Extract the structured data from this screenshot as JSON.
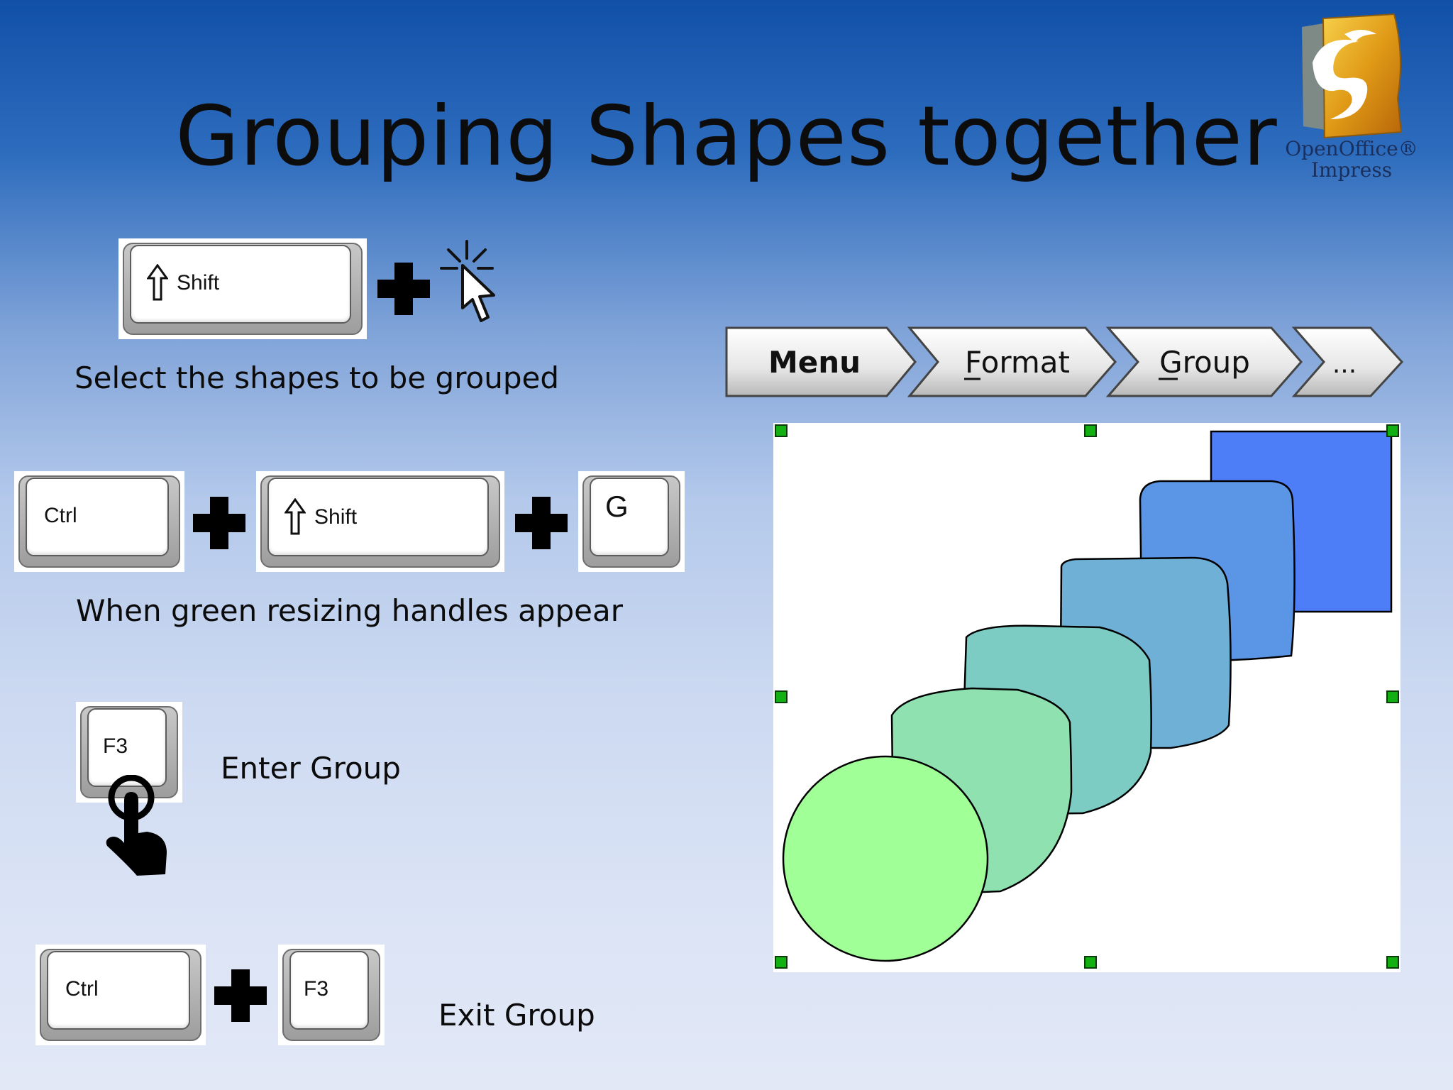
{
  "slide": {
    "title": "Grouping Shapes together",
    "logo": {
      "line1": "OpenOffice®",
      "line2": "Impress"
    }
  },
  "step1": {
    "keys": [
      "Shift"
    ],
    "caption": "Select the shapes to be grouped"
  },
  "step2": {
    "keys": [
      "Ctrl",
      "Shift",
      "G"
    ],
    "caption": "When green resizing handles appear"
  },
  "step3": {
    "keys": [
      "F3"
    ],
    "caption": "Enter Group"
  },
  "step4": {
    "keys": [
      "Ctrl",
      "F3"
    ],
    "caption": "Exit Group"
  },
  "menu_path": {
    "items": [
      "Menu",
      "Format",
      "Group",
      "..."
    ],
    "underline": [
      "",
      "F",
      "G",
      ""
    ]
  },
  "colors": {
    "handle": "#12b012",
    "square": "#4d7ef8",
    "shape2": "#5b95e6",
    "shape3": "#6eb0d6",
    "shape4": "#7dccc4",
    "shape5": "#8fe2b0",
    "circle": "#a0ff96"
  }
}
